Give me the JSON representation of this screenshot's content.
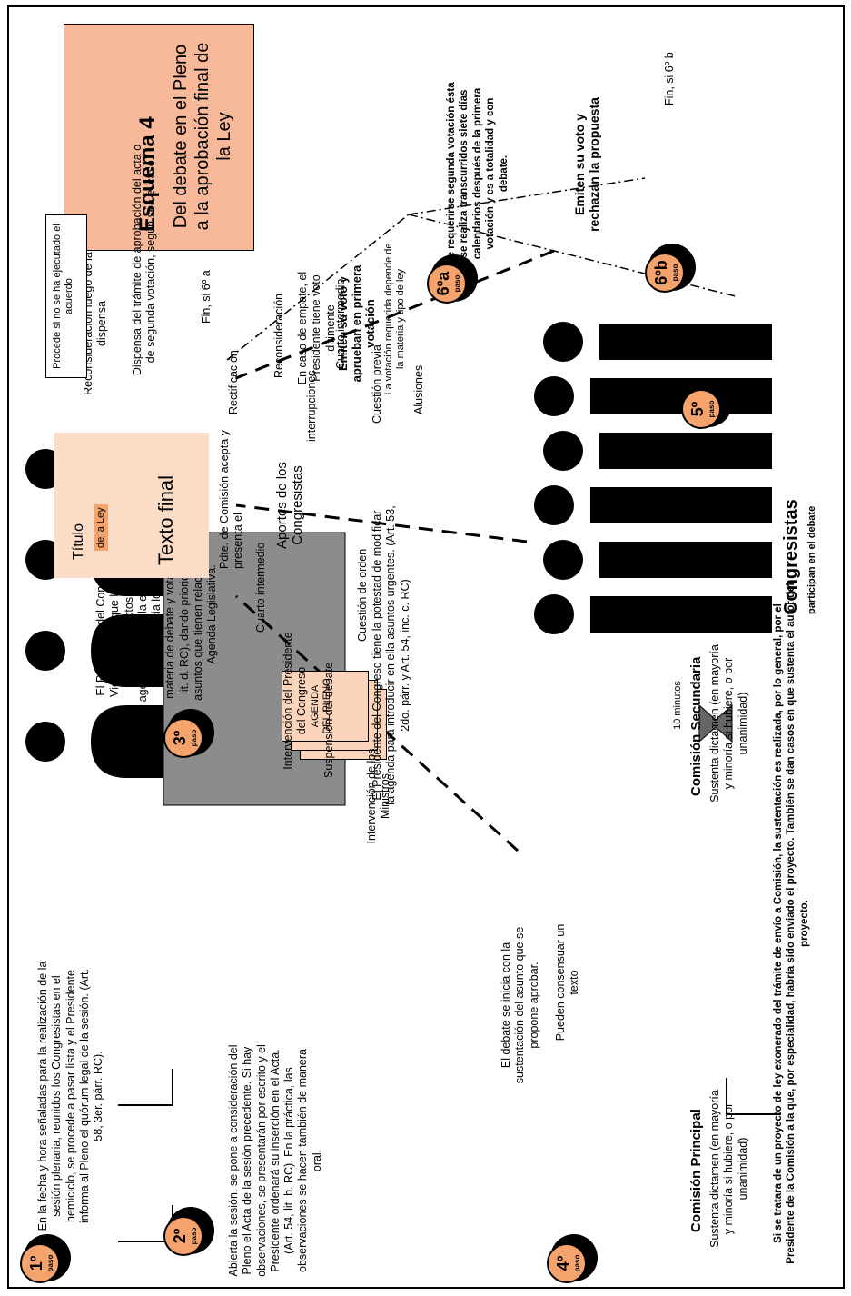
{
  "title": {
    "heading": "Esquema 4",
    "subtitle": "Del debate en el Pleno a la aprobación final de la Ley"
  },
  "steps": {
    "s1": {
      "num": "1º",
      "label": "paso",
      "text": "En la fecha y hora señaladas para la realización de la sesión plenaria, reunidos los Congresistas en el hemiciclo, se procede a pasar lista y el Presidente informa al Pleno el quórum legal de la sesión. (Art. 58, 3er. párr. RC)."
    },
    "s2": {
      "num": "2º",
      "label": "paso",
      "text": "Abierta la sesión, se pone a consideración del Pleno el Acta de la sesión precedente. Si hay observaciones, se presentarán por escrito y el Presidente ordenará su inserción en el Acta. (Art. 54, lit. b. RC). En la práctica, las observaciones se hacen también de manera oral."
    },
    "s3": {
      "num": "3º",
      "label": "paso",
      "text": "El Presidente del Congreso, o el Vicepresidente que lo reemplaza para tales efectos, ejecuta la agenda abriendo la estación orden del día, anuncia los asuntos materia de debate y votación (54, lit. d. RC), dando prioridad a los asuntos que tienen relación con la Agenda Legislativa."
    },
    "s4": {
      "num": "4º",
      "label": "paso",
      "text": "El debate se inicia con la sustentación del asunto que se propone aprobar."
    },
    "s5": {
      "num": "5º",
      "label": "paso"
    },
    "s6a": {
      "num": "6ºa",
      "label": "paso",
      "heading": "Emiten su voto y aprueban en primera votación",
      "note": "La votación requerida depende de la materia y tipo de ley"
    },
    "s6b": {
      "num": "6ºb",
      "label": "paso",
      "heading": "Emiten su voto y rechazan la propuesta"
    }
  },
  "agenda": {
    "sheet_line1": "AGENDA",
    "sheet_line2": "DEL PLENO",
    "note": "El Presidente del Congreso tiene la potestad de modificar la agenda para introducir en ella asuntos urgentes. (Art. 53, 2do. párr. y Art. 54, inc. c. RC)"
  },
  "commissions": {
    "principal": {
      "name": "Comisión Principal",
      "text": "Sustenta dictamen (en mayoría y minoría si hubiere, o por unanimidad)"
    },
    "secundaria": {
      "name": "Comisión Secundaria",
      "text": "Sustenta dictamen (en mayoría y minoría si hubiere, o por unanimidad)"
    },
    "consensus": "Pueden consensuar un texto",
    "timer": "10 minutos"
  },
  "footer_note": "Si se tratara de un proyecto de ley exonerado del trámite de envío a Comisión, la sustentación es realizada, por lo general, por el Presidente de la Comisión a la que, por especialidad, habría sido enviado el proyecto. También se dan casos en que sustenta el autor del proyecto.",
  "congresistas": {
    "name": "Congresistas",
    "sub": "participan en el debate"
  },
  "debate_items": {
    "cuarto1": "Cuarto intermedio",
    "intervencion_presidente": "Intervención del Presidente del Congreso",
    "suspension": "Suspensión del debate",
    "intervencion_ministros": "Intervención de los Ministros",
    "cuestion_orden": "Cuestión de orden",
    "aportes": "Aportes de los Congresistas",
    "interrupciones": "interrupciones",
    "cuarto2": "Cuarto intermedio",
    "cuestion_previa": "Cuestión previa",
    "alusiones": "Alusiones"
  },
  "text_final": {
    "titulo": "Título",
    "de_la_ley": "de la Ley",
    "texto": "Texto final",
    "comision_acepta": "Pdte. de Comisión acepta y presenta el"
  },
  "after_vote": {
    "rectificacion": "Rectificación",
    "reconsideracion": "Reconsideración",
    "empate": "En caso de empate, el Presidente tiene voto dirimente",
    "dispensa": "Dispensa del trámite de aprobación del acta o de segunda votación, según sea el caso.",
    "fin_a": "Fin, si 6º a",
    "recon_luego": "Reconsideración luego de la dispensa",
    "procede": "Procede si no se ha ejecutado el acuerdo",
    "segunda": "De requerirse segunda votación ésta se realiza transcurridos siete días calendarios después de la primera votación y es a totalidad y con debate.",
    "fin_b": "Fin, si 6º b"
  },
  "colors": {
    "badge": "#f4a36c",
    "title_box": "#f7b99a",
    "agenda": "#fbd4b9",
    "table": "#8c8c8c",
    "text_final_bg": "#fbdcc6"
  }
}
